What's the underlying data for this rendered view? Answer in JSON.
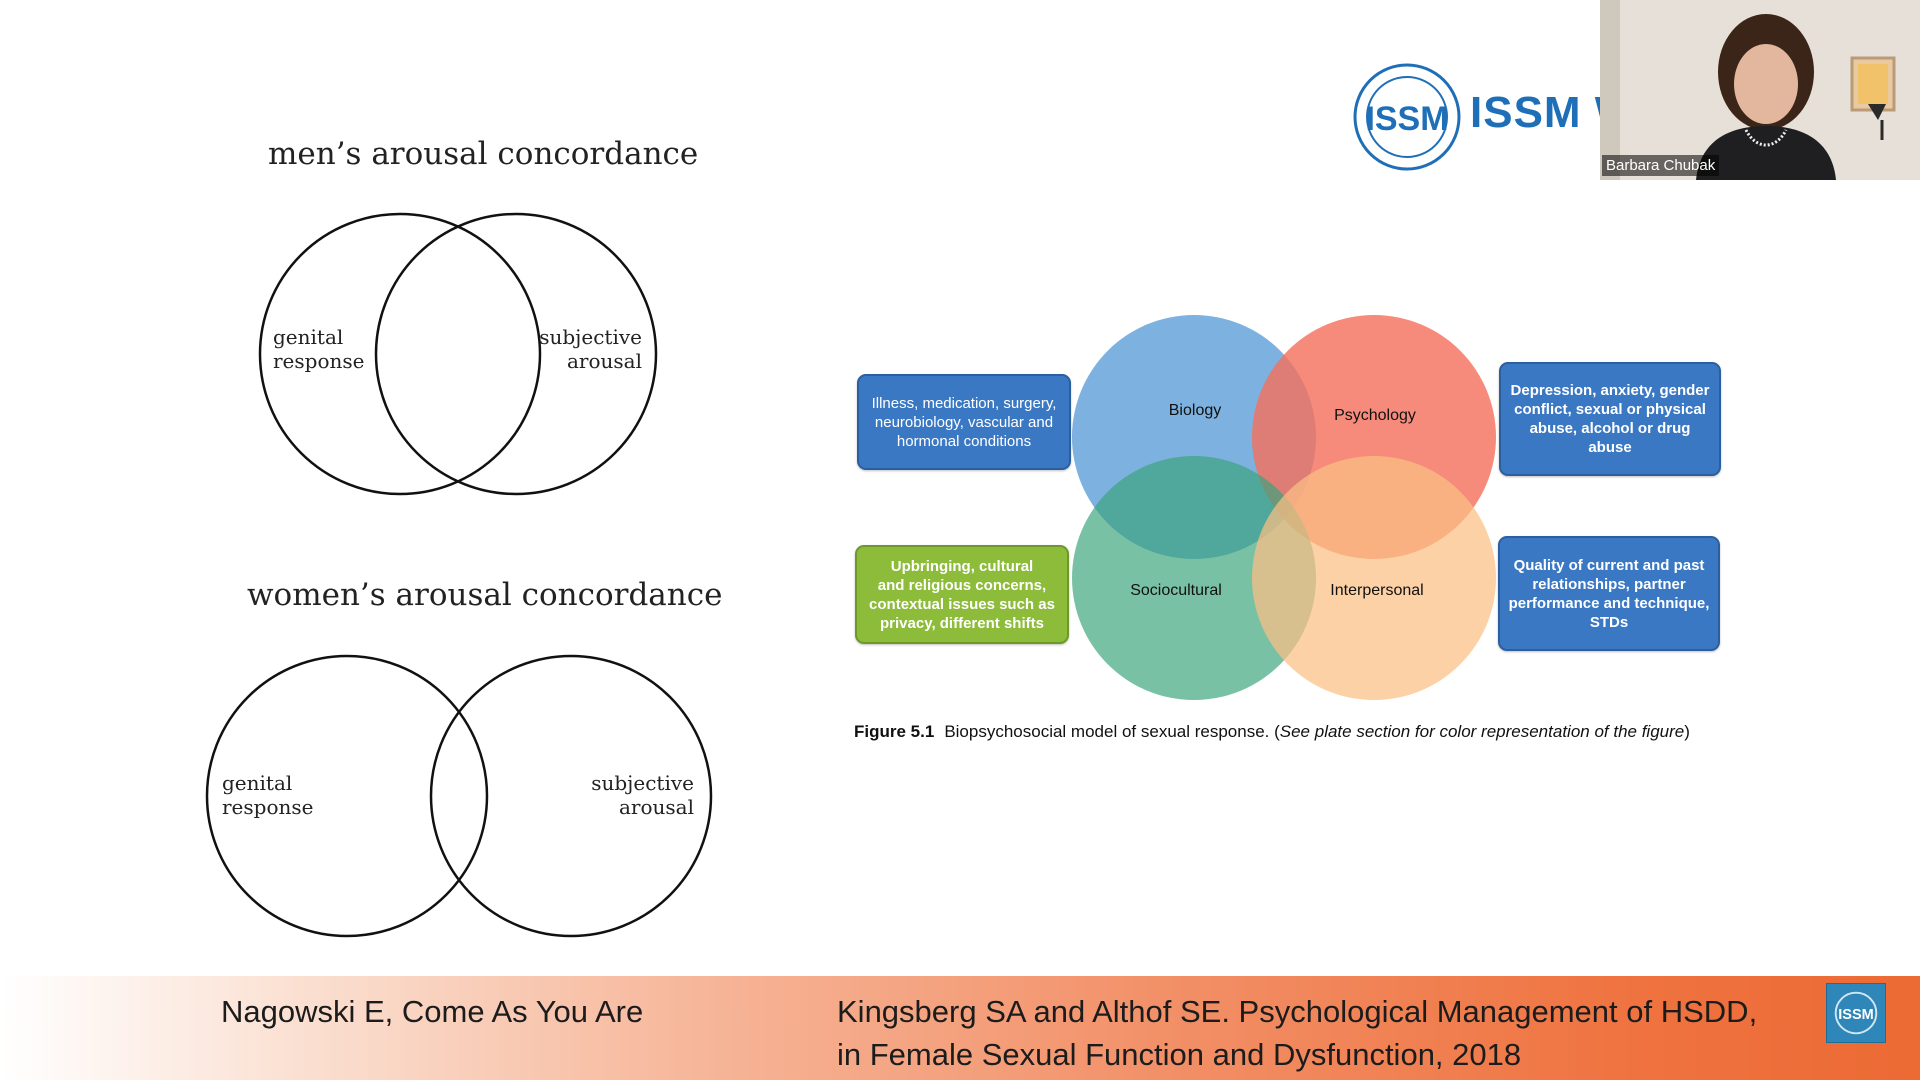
{
  "left_panel": {
    "men_title": "men’s arousal concordance",
    "women_title": "women’s arousal concordance",
    "men_left_label": [
      "genital",
      "response"
    ],
    "men_right_label": [
      "subjective",
      "arousal"
    ],
    "women_left_label": [
      "genital",
      "response"
    ],
    "women_right_label": [
      "subjective",
      "arousal"
    ]
  },
  "figure": {
    "circles": {
      "biology": "Biology",
      "psychology": "Psychology",
      "sociocultural": "Sociocultural",
      "interpersonal": "Interpersonal"
    },
    "boxes": {
      "biology": [
        "Illness, medication, surgery,",
        "neurobiology, vascular and",
        "hormonal conditions"
      ],
      "psychology": [
        "Depression, anxiety, gender",
        "conflict, sexual or physical",
        "abuse, alcohol or drug",
        "abuse"
      ],
      "sociocultural": [
        "Upbringing, cultural",
        "and religious concerns,",
        "contextual issues such as",
        "privacy, different shifts"
      ],
      "interpersonal": [
        "Quality of current and past",
        "relationships, partner",
        "performance and technique,",
        "STDs"
      ]
    },
    "caption_label": "Figure 5.1",
    "caption_text": "Biopsychosocial model of sexual response. (",
    "caption_italic": "See plate section for color representation of the figure",
    "caption_end": ")",
    "colors": {
      "biology": "#6fa8dc",
      "psychology": "#f4715f",
      "sociocultural": "#3aa37a",
      "interpersonal": "#fbbf83",
      "box_blue": "#3a78c4",
      "box_green": "#8dbb3a"
    }
  },
  "logo": {
    "text": "ISSM W",
    "icon": "issm-seal-icon"
  },
  "webcam": {
    "name": "Barbara Chubak"
  },
  "footer": {
    "left_citation": "Nagowski E, Come As You Are",
    "right_citation_line1": "Kingsberg SA and Althof SE. Psychological Management of HSDD,",
    "right_citation_line2": "in Female Sexual Function and Dysfunction, 2018",
    "icon": "issm-badge-icon"
  }
}
